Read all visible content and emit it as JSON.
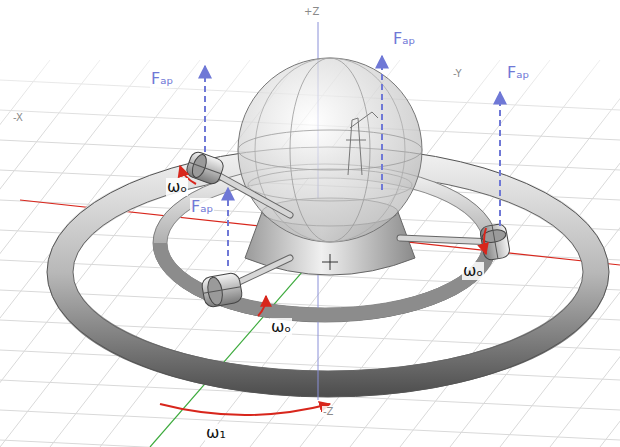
{
  "diagram": {
    "labels": [
      "+Z",
      "-X",
      "-Y",
      "Fₐₚ",
      "Fₐₚ",
      "Fₐₚ",
      "Fₐₚ",
      "ωₒ",
      "ωₒ",
      "ωₒ",
      "ω₁",
      "-Z"
    ]
  }
}
